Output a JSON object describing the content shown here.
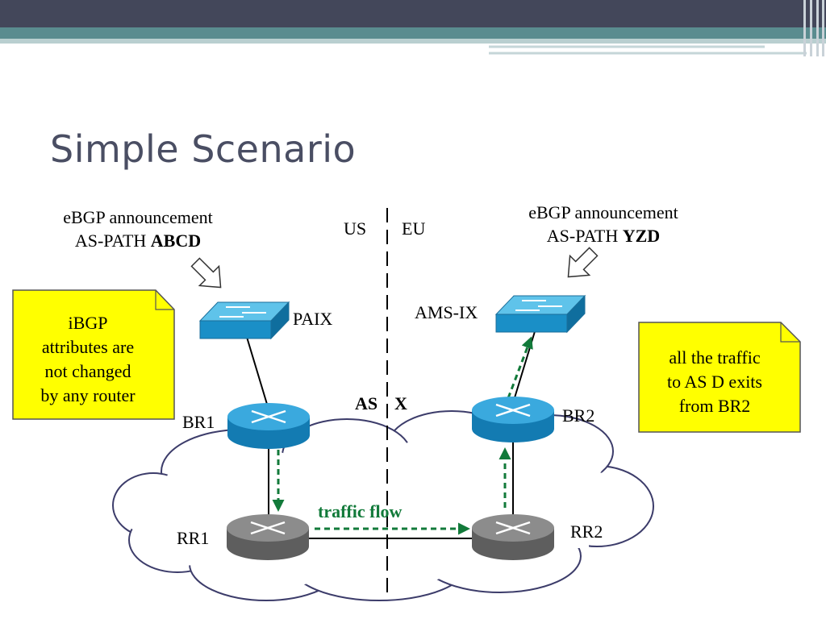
{
  "slide": {
    "title": "Simple Scenario"
  },
  "divider": {
    "left_label": "US",
    "right_label": "EU"
  },
  "announcements": [
    {
      "line1": "eBGP announcement",
      "prefix": "AS-PATH ",
      "path": "ABCD"
    },
    {
      "line1": "eBGP announcement",
      "prefix": "AS-PATH ",
      "path": "YZD"
    }
  ],
  "nodes": {
    "paix": "PAIX",
    "ams_ix": "AMS-IX",
    "br1": "BR1",
    "br2": "BR2",
    "rr1": "RR1",
    "rr2": "RR2"
  },
  "as_label": {
    "as": "AS",
    "name": "X"
  },
  "traffic_label": "traffic flow",
  "notes": {
    "ibgp": [
      "iBGP",
      "attributes are",
      "not changed",
      "by any router"
    ],
    "exit": [
      "all the traffic",
      "to AS D exits",
      "from BR2"
    ]
  },
  "colors": {
    "title": "#4a4e63",
    "header_dark": "#43475a",
    "header_teal": "#5a8c8f",
    "note_fill": "#ffff00",
    "traffic": "#127a3a",
    "router_blue": "#1a8fc7",
    "router_gray": "#7f7f7f"
  }
}
